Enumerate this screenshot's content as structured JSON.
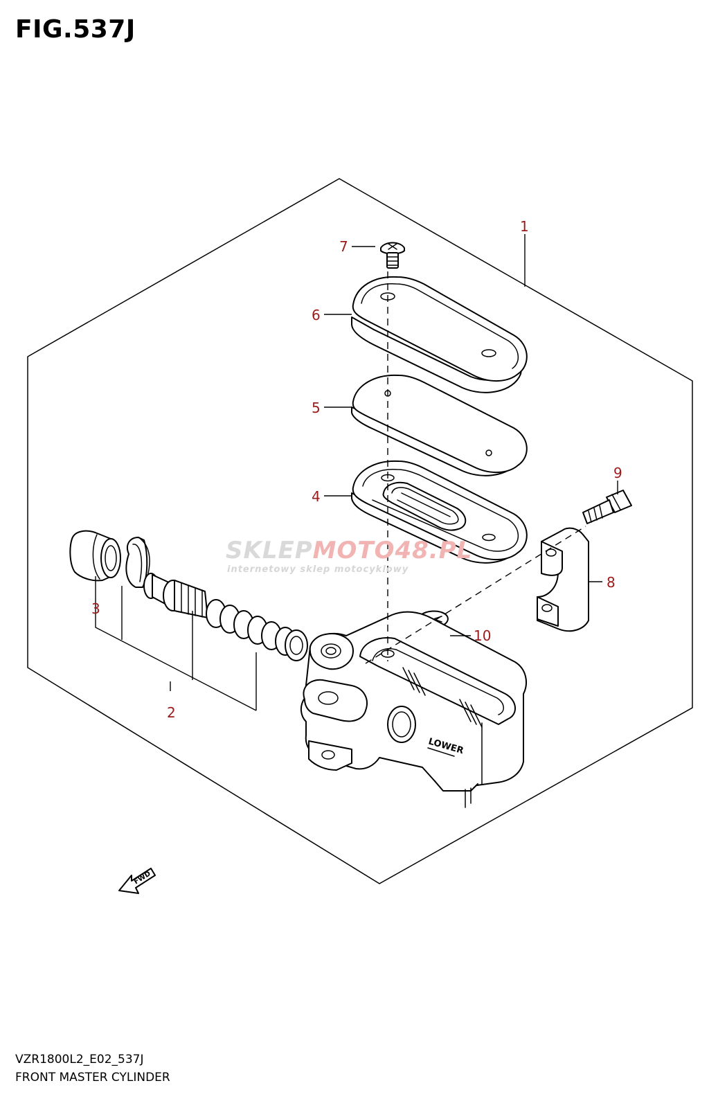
{
  "figure": {
    "title": "FIG.537J",
    "code": "VZR1800L2_E02_537J",
    "name": "FRONT MASTER CYLINDER"
  },
  "callouts": [
    "1",
    "2",
    "3",
    "4",
    "5",
    "6",
    "7",
    "8",
    "9",
    "10"
  ],
  "markings": {
    "body_label": "LOWER",
    "direction_arrow": "FWD"
  },
  "watermark": {
    "brand_plain": "SKLEP",
    "brand_accent": "MOTO48.PL",
    "tagline": "internetowy sklep motocyklowy"
  },
  "colors": {
    "callout": "#9b1b1b",
    "line": "#000000",
    "watermark_gray": "#d9d9d9",
    "watermark_red": "#f2b3b3"
  }
}
